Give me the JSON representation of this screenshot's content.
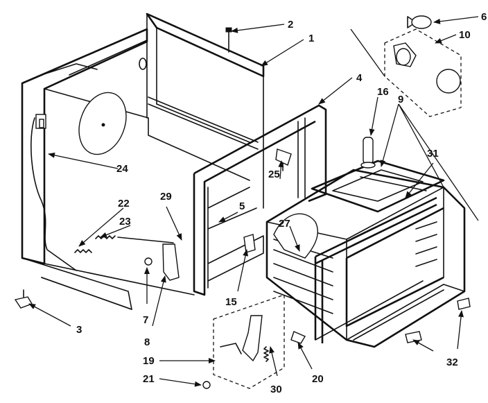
{
  "diagram": {
    "labels": {
      "l1": "1",
      "l2": "2",
      "l3": "3",
      "l4": "4",
      "l5": "5",
      "l6": "6",
      "l7": "7",
      "l8": "8",
      "l9": "9",
      "l10": "10",
      "l15": "15",
      "l16": "16",
      "l19": "19",
      "l20": "20",
      "l21": "21",
      "l22": "22",
      "l23": "23",
      "l24": "24",
      "l25": "25",
      "l27": "27",
      "l29": "29",
      "l30": "30",
      "l31": "31",
      "l32": "32"
    }
  }
}
